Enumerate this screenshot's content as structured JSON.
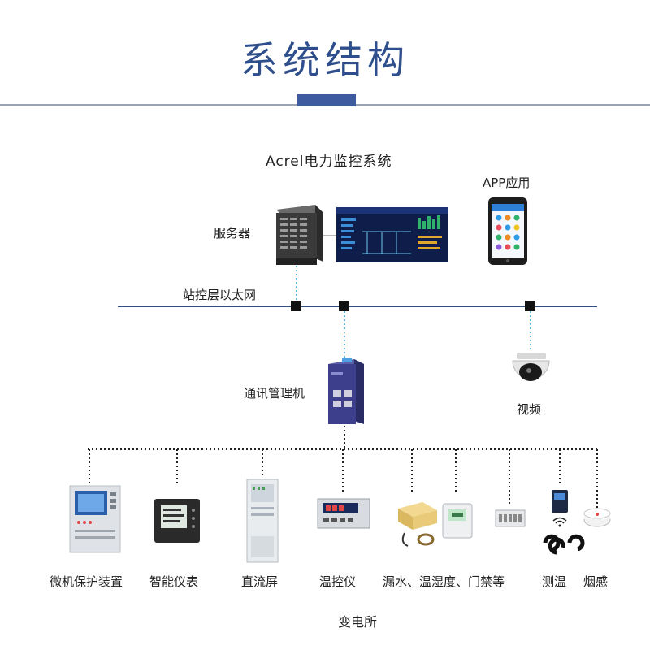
{
  "title": "系统结构",
  "system_title": "Acrel电力监控系统",
  "labels": {
    "server": "服务器",
    "app": "APP应用",
    "ethernet": "站控层以太网",
    "comm_manager": "通讯管理机",
    "video": "视频",
    "substation": "变电所"
  },
  "devices": [
    {
      "label": "微机保护装置"
    },
    {
      "label": "智能仪表"
    },
    {
      "label": "直流屏"
    },
    {
      "label": "温控仪"
    },
    {
      "label": "漏水、温湿度、门禁等"
    },
    {
      "label": "测温"
    },
    {
      "label": "烟感"
    }
  ],
  "colors": {
    "title": "#2f4e8c",
    "accent": "#3d5b9e",
    "network_line": "#2c4f86",
    "link_dotted": "#5ab4d6"
  }
}
